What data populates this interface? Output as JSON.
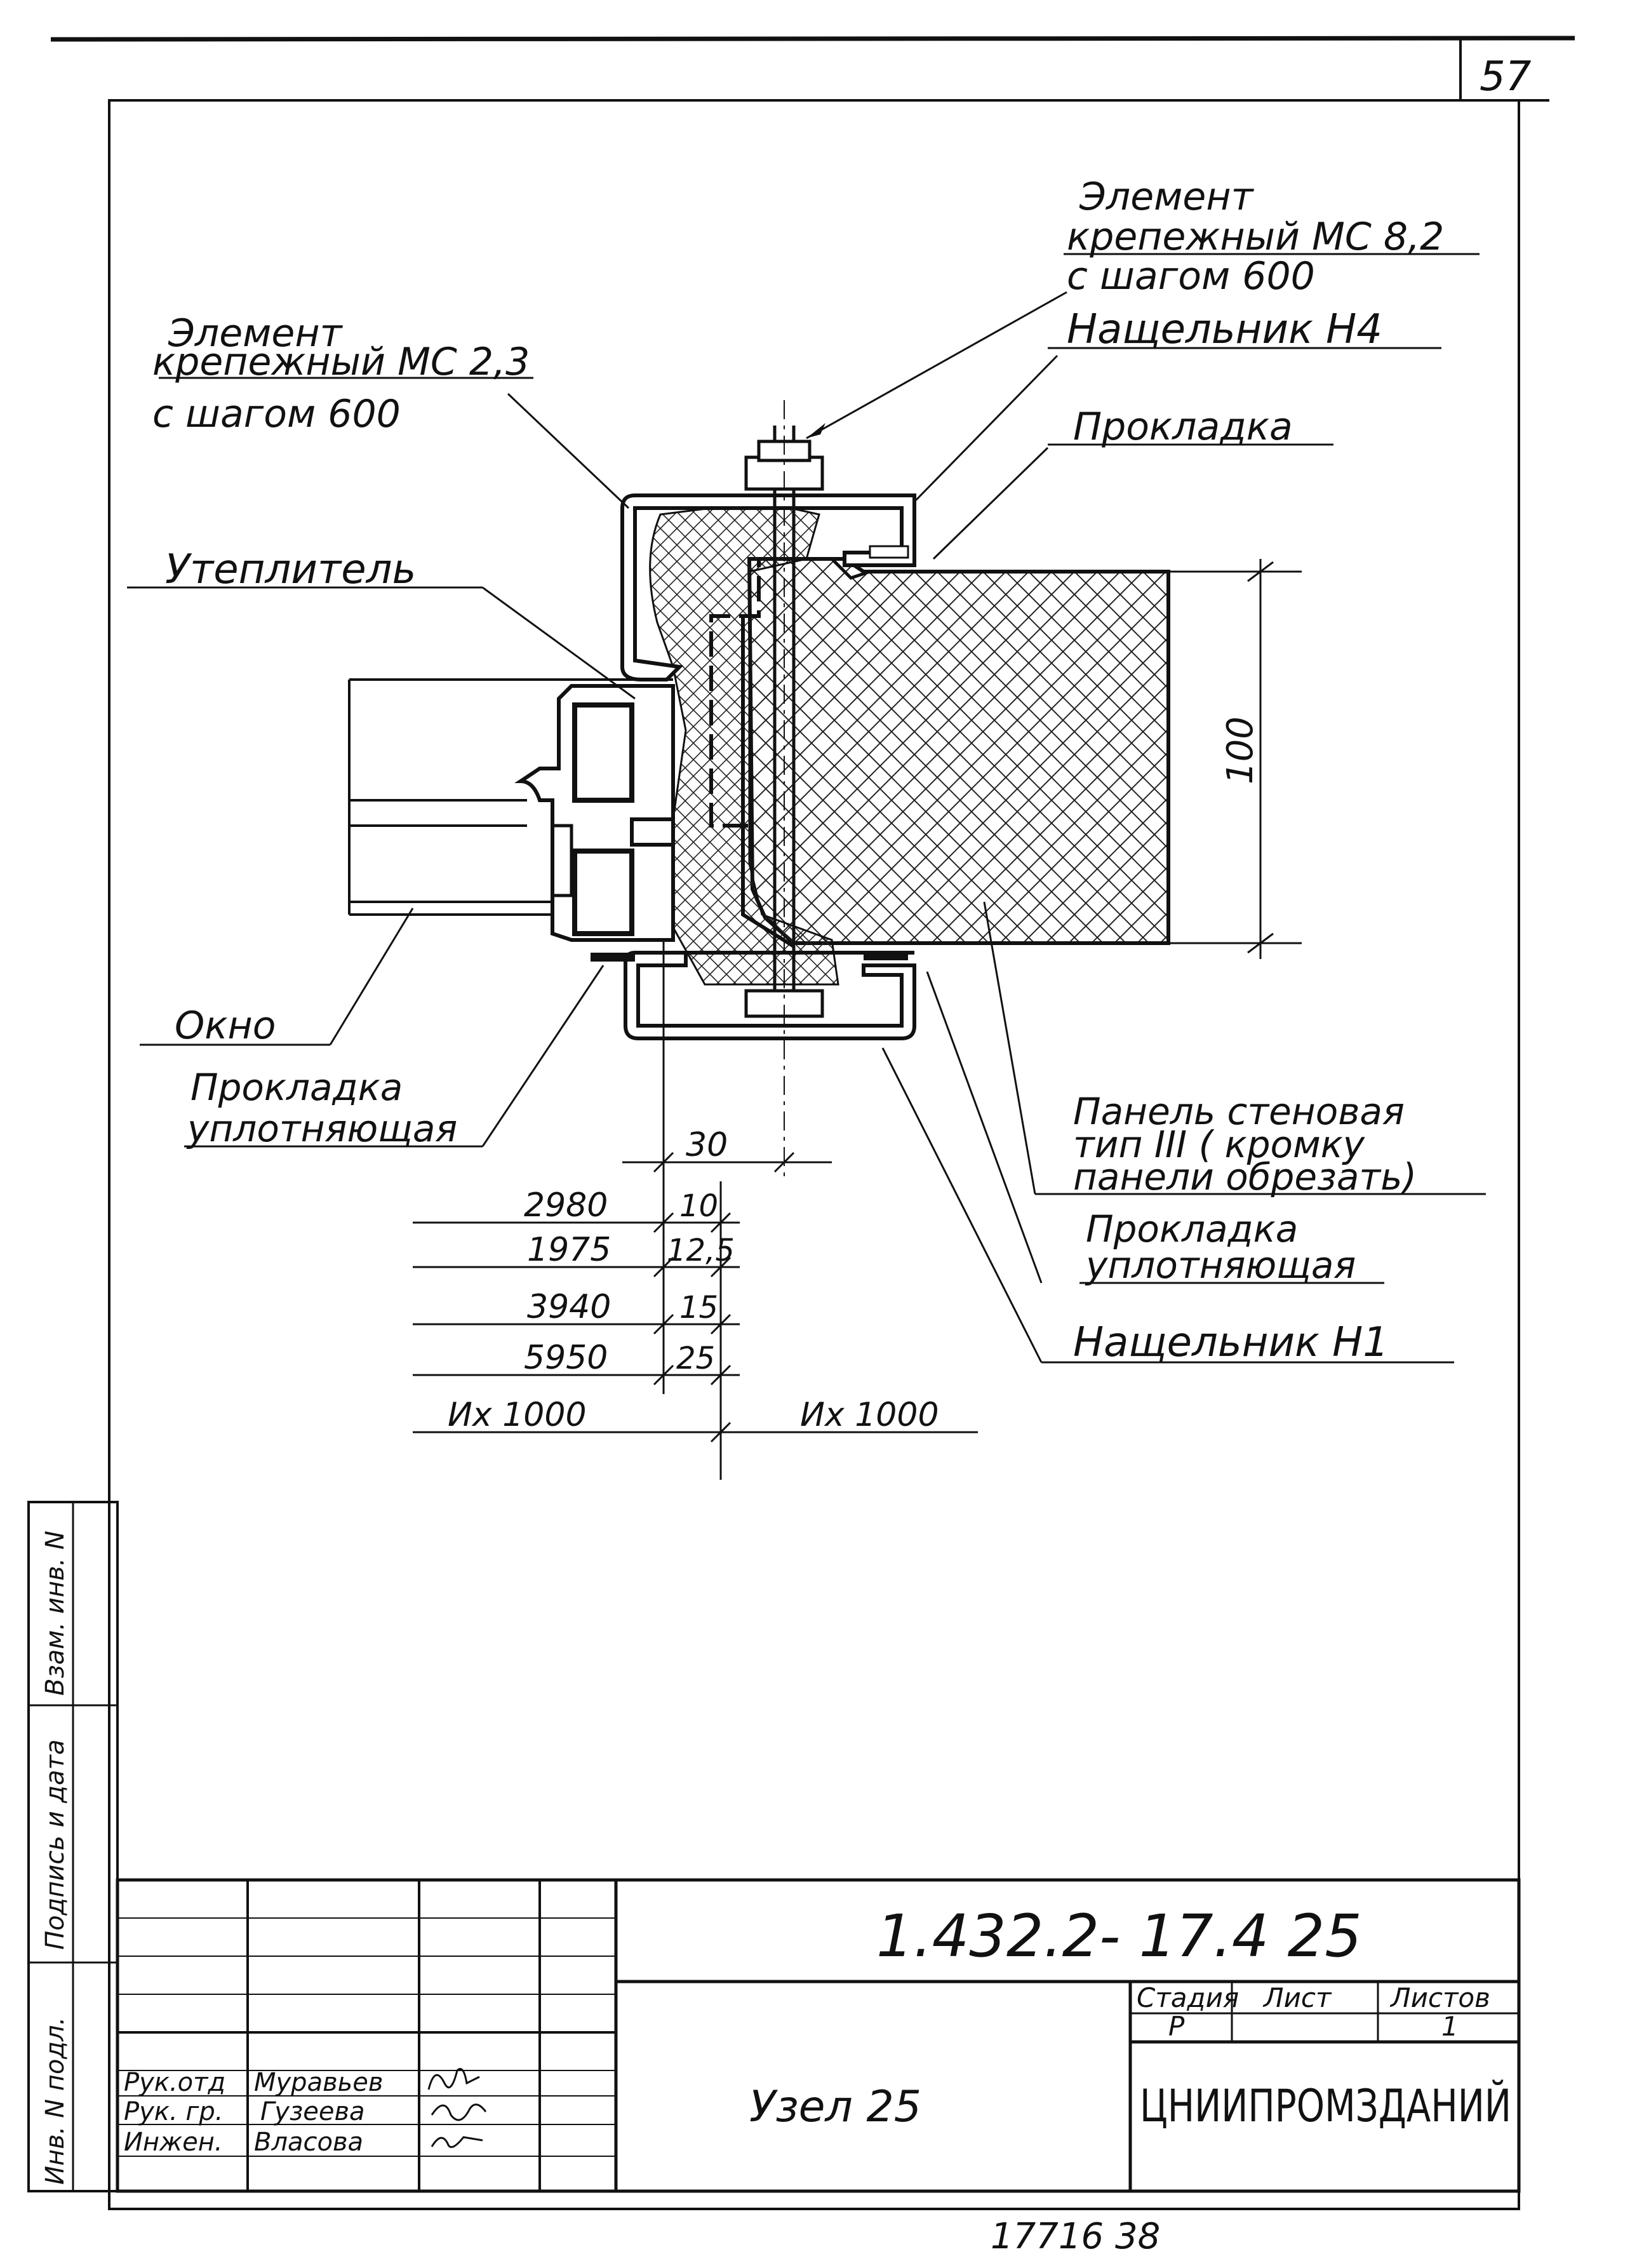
{
  "page_number": "57",
  "labels": {
    "fastener_mc82": [
      "Элемент",
      "крепежный  МС 8,2",
      "с шагом  600"
    ],
    "fastener_mc23": [
      "Элемент",
      "крепежный  МС 2,3",
      "с шагом  600"
    ],
    "flashing_h4": "Нащельник  Н4",
    "gasket": "Прокладка",
    "insulation": "Утеплитель",
    "window": "Окно",
    "sealing_gasket_left": [
      "Прокладка",
      "уплотняющая"
    ],
    "wall_panel": [
      "Панель  стеновая",
      "тип  III  ( кромку",
      "панели  обрезать)"
    ],
    "sealing_gasket_right": [
      "Прокладка",
      "уплотняющая"
    ],
    "flashing_h1": "Нащельник  Н1"
  },
  "dimensions": {
    "panel_height": "100",
    "top_offset": "30",
    "rows": [
      {
        "left": "2980",
        "right": "10"
      },
      {
        "left": "1975",
        "right": "12,5"
      },
      {
        "left": "3940",
        "right": "15"
      },
      {
        "left": "5950",
        "right": "25"
      }
    ],
    "bottom_left": "Их 1000",
    "bottom_right": "Их 1000"
  },
  "side_stamps": {
    "inv_no": "Инв. N подл.",
    "signature_date": "Подпись и дата",
    "replace_inv": "Взам. инв. N"
  },
  "title_block": {
    "document_code": "1.432.2- 17.4 25",
    "drawing_title": "Узел 25",
    "stage_header": "Стадия",
    "sheet_header": "Лист",
    "sheets_header": "Листов",
    "stage_value": "Р",
    "sheet_value": "",
    "sheets_value": "1",
    "organization": "ЦНИИПРОМЗДАНИЙ",
    "staff": [
      {
        "role": "Рук.отд",
        "name": "Муравьев"
      },
      {
        "role": "Рук. гр.",
        "name": "Гузеева"
      },
      {
        "role": "Инжен.",
        "name": "Власова"
      }
    ]
  },
  "archive_number": "17716   38"
}
